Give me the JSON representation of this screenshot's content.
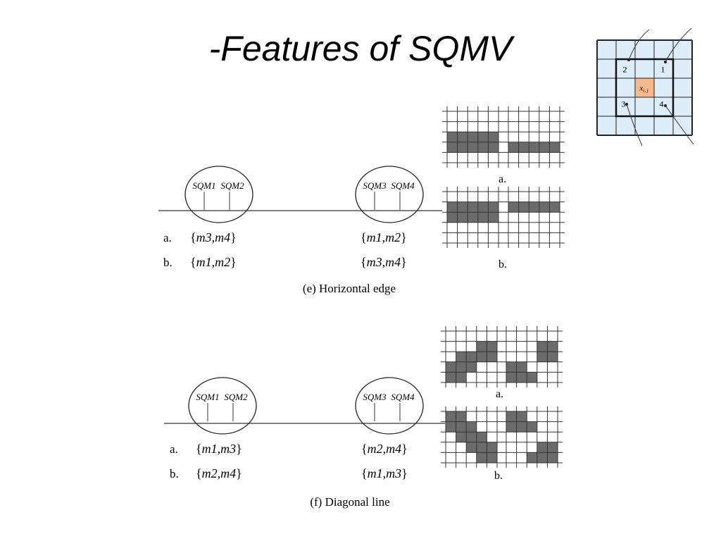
{
  "title": "-Features of SQMV",
  "neighborhood": {
    "center_label": "x",
    "center_sub": "i, j",
    "labels": [
      "2",
      "1",
      "3",
      "4"
    ],
    "center_color": "#f6b98c",
    "cell_color": "#dcecf8"
  },
  "sections": [
    {
      "id": "horizontal-edge",
      "caption": "(e) Horizontal edge",
      "group_left": [
        "SQM1",
        "SQM2"
      ],
      "group_right": [
        "SQM3",
        "SQM4"
      ],
      "row_a": {
        "label": "a.",
        "left": [
          "m3",
          "m4"
        ],
        "right": [
          "m1",
          "m2"
        ]
      },
      "row_b": {
        "label": "b.",
        "left": [
          "m1",
          "m2"
        ],
        "right": [
          "m3",
          "m4"
        ]
      },
      "pattern_labels": [
        "a.",
        "b."
      ],
      "patterns": [
        [
          [
            0,
            0,
            0,
            0,
            0
          ],
          [
            0,
            0,
            0,
            0,
            0
          ],
          [
            1,
            1,
            1,
            1,
            1
          ],
          [
            1,
            1,
            1,
            1,
            1
          ],
          [
            0,
            0,
            0,
            0,
            0
          ]
        ],
        [
          [
            0,
            0,
            0,
            0,
            0
          ],
          [
            0,
            0,
            0,
            0,
            0
          ],
          [
            0,
            0,
            0,
            0,
            0
          ],
          [
            1,
            1,
            1,
            1,
            1
          ],
          [
            0,
            0,
            0,
            0,
            0
          ]
        ],
        [
          [
            0,
            0,
            0,
            0,
            0
          ],
          [
            1,
            1,
            1,
            1,
            1
          ],
          [
            1,
            1,
            1,
            1,
            1
          ],
          [
            0,
            0,
            0,
            0,
            0
          ],
          [
            0,
            0,
            0,
            0,
            0
          ]
        ],
        [
          [
            0,
            0,
            0,
            0,
            0
          ],
          [
            1,
            1,
            1,
            1,
            1
          ],
          [
            0,
            0,
            0,
            0,
            0
          ],
          [
            0,
            0,
            0,
            0,
            0
          ],
          [
            0,
            0,
            0,
            0,
            0
          ]
        ]
      ]
    },
    {
      "id": "diagonal-line",
      "caption": "(f) Diagonal line",
      "group_left": [
        "SQM1",
        "SQM2"
      ],
      "group_right": [
        "SQM3",
        "SQM4"
      ],
      "row_a": {
        "label": "a.",
        "left": [
          "m1",
          "m3"
        ],
        "right": [
          "m2",
          "m4"
        ]
      },
      "row_b": {
        "label": "b.",
        "left": [
          "m2",
          "m4"
        ],
        "right": [
          "m1",
          "m3"
        ]
      },
      "pattern_labels": [
        "a.",
        "b."
      ],
      "patterns": [
        [
          [
            0,
            0,
            0,
            0,
            0
          ],
          [
            0,
            0,
            0,
            1,
            1
          ],
          [
            0,
            1,
            1,
            1,
            1
          ],
          [
            1,
            1,
            1,
            0,
            0
          ],
          [
            1,
            1,
            0,
            0,
            0
          ]
        ],
        [
          [
            0,
            0,
            0,
            0,
            0
          ],
          [
            0,
            0,
            0,
            1,
            1
          ],
          [
            0,
            0,
            0,
            1,
            1
          ],
          [
            1,
            1,
            0,
            0,
            0
          ],
          [
            1,
            1,
            1,
            0,
            0
          ]
        ],
        [
          [
            1,
            1,
            0,
            0,
            0
          ],
          [
            1,
            1,
            1,
            0,
            0
          ],
          [
            0,
            1,
            1,
            1,
            0
          ],
          [
            0,
            0,
            1,
            1,
            1
          ],
          [
            0,
            0,
            0,
            1,
            1
          ]
        ],
        [
          [
            1,
            1,
            0,
            0,
            0
          ],
          [
            1,
            1,
            1,
            0,
            0
          ],
          [
            0,
            0,
            0,
            0,
            0
          ],
          [
            0,
            0,
            0,
            1,
            1
          ],
          [
            0,
            0,
            1,
            1,
            1
          ]
        ]
      ]
    }
  ]
}
